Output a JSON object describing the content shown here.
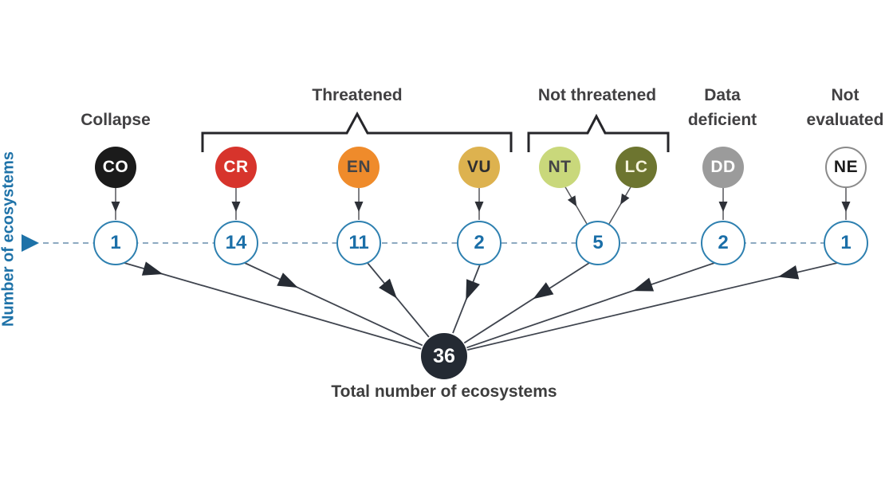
{
  "axis": {
    "label": "Number of ecosystems"
  },
  "group_labels": {
    "collapse": "Collapse",
    "threatened": "Threatened",
    "not_threatened": "Not threatened",
    "data_deficient": [
      "Data",
      "deficient"
    ],
    "not_evaluated": [
      "Not",
      "evaluated"
    ]
  },
  "categories": [
    {
      "code": "CO",
      "group": "Collapse",
      "fill": "#1b1b1b",
      "text": "#ffffff"
    },
    {
      "code": "CR",
      "group": "Threatened",
      "fill": "#d7342c",
      "text": "#ffffff"
    },
    {
      "code": "EN",
      "group": "Threatened",
      "fill": "#ef8b2b",
      "text": "#454547"
    },
    {
      "code": "VU",
      "group": "Threatened",
      "fill": "#ddb24f",
      "text": "#2e2e30"
    },
    {
      "code": "NT",
      "group": "Not threatened",
      "fill": "#c9d87b",
      "text": "#454547"
    },
    {
      "code": "LC",
      "group": "Not threatened",
      "fill": "#6d7530",
      "text": "#f5f3dd"
    },
    {
      "code": "DD",
      "group": "Data deficient",
      "fill": "#9b9b9b",
      "text": "#ffffff"
    },
    {
      "code": "NE",
      "group": "Not evaluated",
      "fill": "#ffffff",
      "text": "#1b1b1b",
      "ring": "#8a8a8a"
    }
  ],
  "counts": [
    {
      "category": "CO",
      "value": 1
    },
    {
      "category": "CR",
      "value": 14
    },
    {
      "category": "EN",
      "value": 11
    },
    {
      "category": "VU",
      "value": 2
    },
    {
      "category": "NT+LC",
      "value": 5
    },
    {
      "category": "DD",
      "value": 2
    },
    {
      "category": "NE",
      "value": 1
    }
  ],
  "total": {
    "value": 36,
    "label": "Total number of ecosystems"
  },
  "colors": {
    "count_ring": "#2e80b0",
    "count_text": "#1b6fa8",
    "axis_blue": "#1e72a8",
    "line": "#3f444e",
    "bracket": "#26262a",
    "total_fill": "#242a33"
  }
}
